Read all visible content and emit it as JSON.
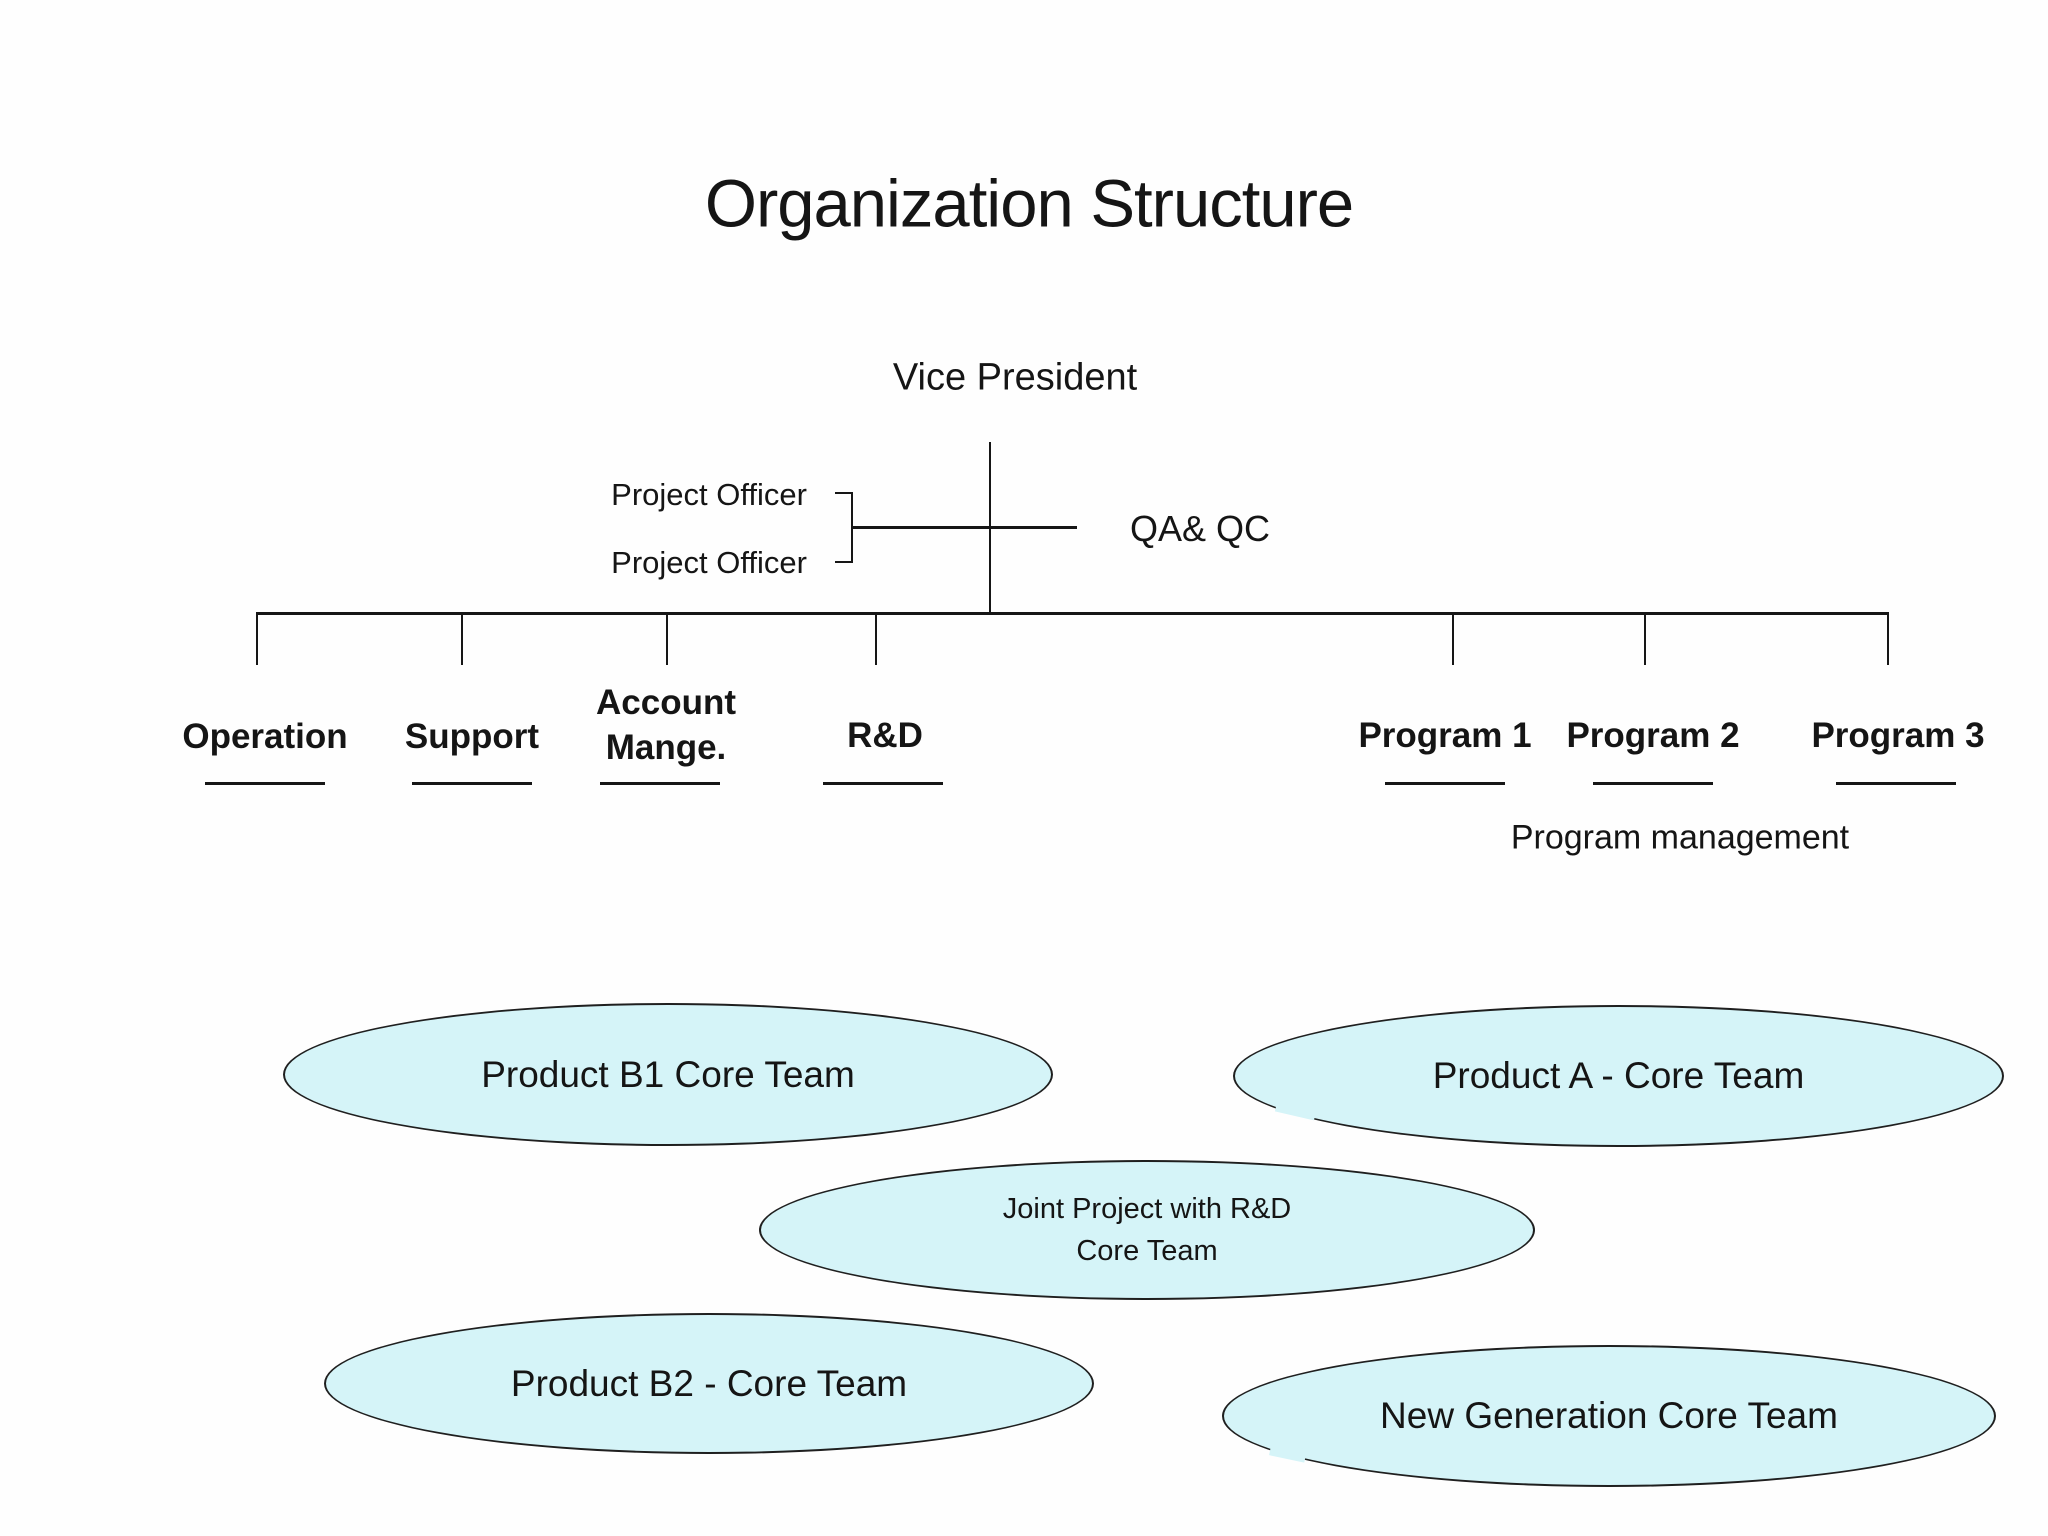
{
  "slide": {
    "title": "Organization Structure"
  },
  "org_chart": {
    "root": "Vice President",
    "staff": {
      "project_officer_1": "Project Officer",
      "project_officer_2": "Project Officer",
      "qa_qc": "QA& QC"
    },
    "departments": [
      {
        "label": "Operation"
      },
      {
        "label": "Support"
      },
      {
        "label": "Account",
        "label_line2": "Mange."
      },
      {
        "label": "R&D"
      },
      {
        "label": "Program 1"
      },
      {
        "label": "Program 2"
      },
      {
        "label": "Program 3"
      }
    ],
    "program_group_caption": "Program management"
  },
  "core_teams": [
    {
      "label": "Product B1 Core Team"
    },
    {
      "label": "Product A - Core Team"
    },
    {
      "label_line1": "Joint Project with R&D",
      "label_line2": "Core Team"
    },
    {
      "label": "Product B2 - Core Team"
    },
    {
      "label": "New Generation Core Team"
    }
  ],
  "colors": {
    "line": "#161616",
    "text": "#151515",
    "ellipse_fill": "#d5f4f8",
    "ellipse_stroke": "#1f1f1f",
    "background": "#fefefe"
  }
}
